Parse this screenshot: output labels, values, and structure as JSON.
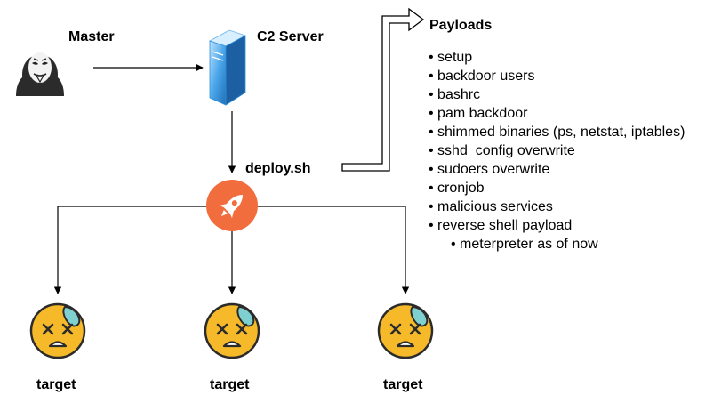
{
  "nodes": {
    "master": "Master",
    "c2_server": "C2 Server",
    "deploy": "deploy.sh",
    "payloads_title": "Payloads"
  },
  "targets": [
    "target",
    "target",
    "target"
  ],
  "payloads": [
    {
      "label": "setup",
      "level": 0
    },
    {
      "label": "backdoor users",
      "level": 0
    },
    {
      "label": "bashrc",
      "level": 0
    },
    {
      "label": "pam backdoor",
      "level": 0
    },
    {
      "label": "shimmed binaries (ps, netstat, iptables)",
      "level": 0
    },
    {
      "label": "sshd_config overwrite",
      "level": 0
    },
    {
      "label": "sudoers overwrite",
      "level": 0
    },
    {
      "label": "cronjob",
      "level": 0
    },
    {
      "label": "malicious services",
      "level": 0
    },
    {
      "label": "reverse shell payload",
      "level": 0
    },
    {
      "label": "meterpreter as of now",
      "level": 1
    }
  ],
  "colors": {
    "rocket_bg": "#f26d3d",
    "face": "#f5b92a",
    "sweat": "#7fd0d0",
    "server_blue": "#2f8fd8"
  },
  "icons": [
    "hacker-icon",
    "server-icon",
    "rocket-icon",
    "dizzy-face-icon"
  ]
}
